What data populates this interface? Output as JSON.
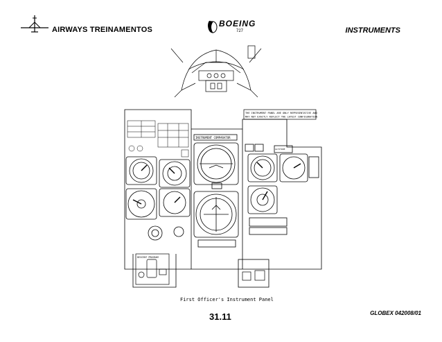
{
  "header": {
    "company": "AIRWAYS  TREINAMENTOS",
    "brand": "BOEING",
    "model": "727",
    "section": "INSTRUMENTS"
  },
  "figure": {
    "caption": "First Officer's Instrument Panel",
    "note_line1": "THE INSTRUMENT PANEL ARE ONLY REPRESENTATIVE AND",
    "note_line2": "MAY NOT EXACTLY REFLECT THE LATEST CONFIGURATION",
    "label_comparator": "INSTRUMENT COMPARATOR",
    "label_descent": "DESCENT PROGRAM"
  },
  "footer": {
    "page_number": "31.11",
    "doc_id": "GLOBEX 042008/01"
  },
  "colors": {
    "ink": "#000000",
    "background": "#ffffff"
  }
}
